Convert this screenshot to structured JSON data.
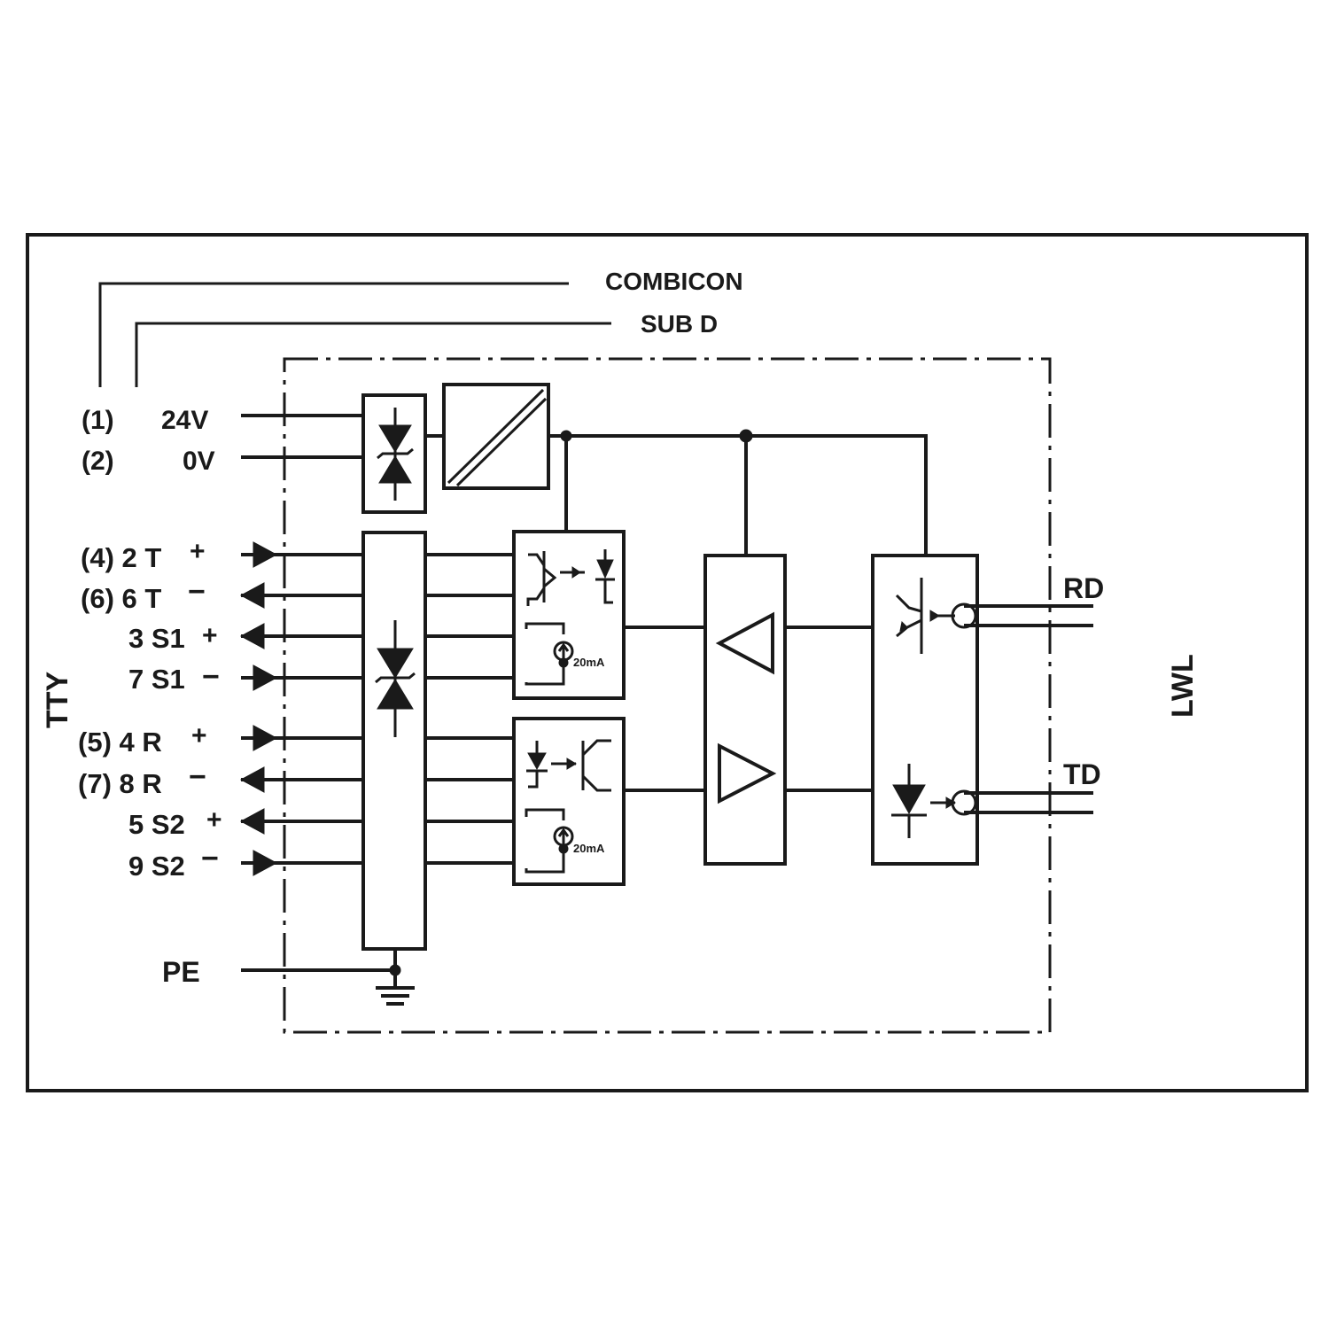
{
  "connectors": {
    "combicon": "COMBICON",
    "subd": "SUB D"
  },
  "power": {
    "pin1": "(1)",
    "v24": "24V",
    "pin2": "(2)",
    "v0": "0V"
  },
  "tty": {
    "label": "TTY",
    "t_plus": "(4) 2 T",
    "t_minus": "(6) 6 T",
    "s1_plus": "3 S1",
    "s1_minus": "7 S1",
    "r_plus": "(5) 4 R",
    "r_minus": "(7) 8 R",
    "s2_plus": "5 S2",
    "s2_minus": "9 S2",
    "plus": "+",
    "minus": "−"
  },
  "pe": "PE",
  "current_source": "20mA",
  "fiber": {
    "label": "LWL",
    "rd": "RD",
    "td": "TD"
  }
}
